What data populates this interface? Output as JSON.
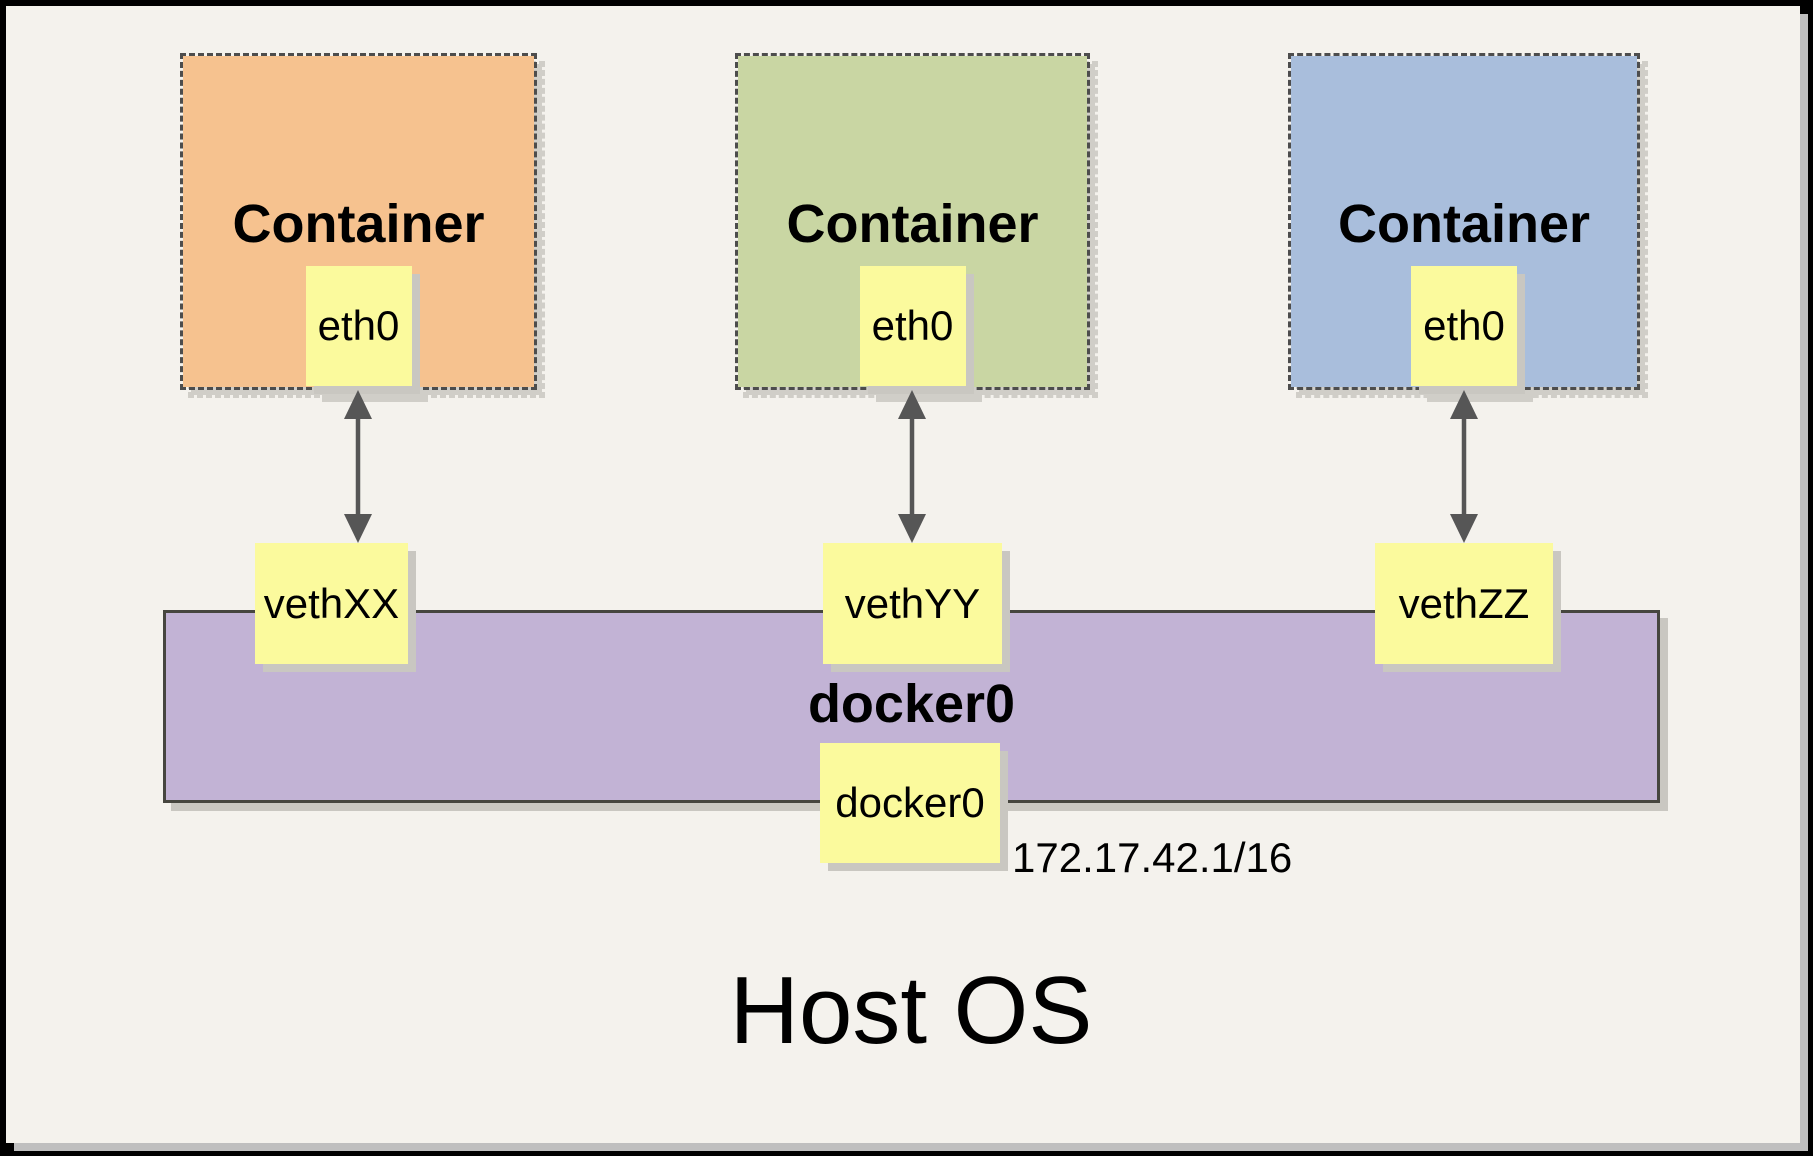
{
  "host": {
    "title": "Host OS"
  },
  "bridge": {
    "label": "docker0",
    "interface_label": "docker0",
    "ip": "172.17.42.1/16"
  },
  "containers": [
    {
      "title": "Container",
      "interface": "eth0",
      "veth": "vethXX",
      "fill": "#F6C28F"
    },
    {
      "title": "Container",
      "interface": "eth0",
      "veth": "vethYY",
      "fill": "#C9D6A3"
    },
    {
      "title": "Container",
      "interface": "eth0",
      "veth": "vethZZ",
      "fill": "#A9BEDC"
    }
  ],
  "colors": {
    "frame": "#000000",
    "canvas_bg": "#F4F2ED",
    "yellow_box": "#FBFA9D",
    "bridge_fill": "#C2B3D5",
    "bridge_border": "#46463F",
    "dashed_border": "#4D4D4D",
    "arrow": "#565656",
    "box_shadow": "#C9C7C1",
    "page_shadow": "#BFBFBF"
  }
}
